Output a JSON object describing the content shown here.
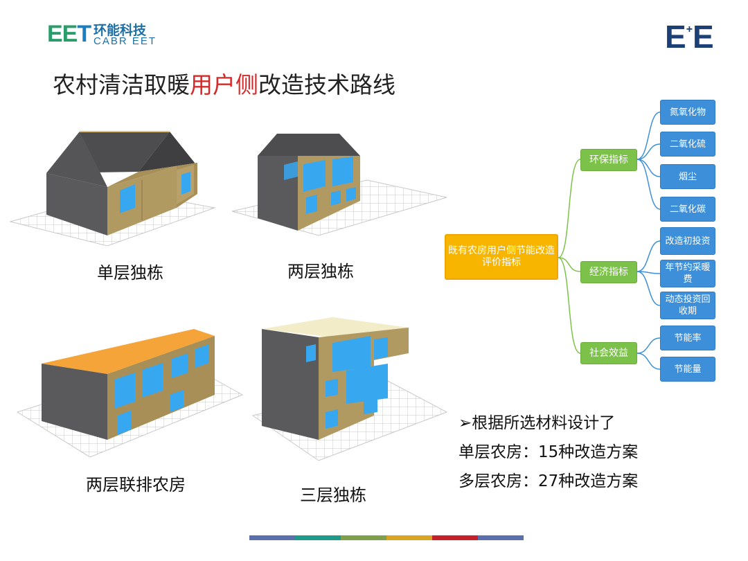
{
  "logo": {
    "mark": "EET",
    "name_cn": "环能科技",
    "name_en": "CABR EET",
    "right_mark": "E+E"
  },
  "title": {
    "prefix": "农村清洁取暖",
    "highlight": "用户侧",
    "suffix": "改造技术路线"
  },
  "houses": [
    {
      "caption": "单层独栋"
    },
    {
      "caption": "两层独栋"
    },
    {
      "caption": "两层联排农房"
    },
    {
      "caption": "三层独栋"
    }
  ],
  "tree": {
    "root": "既有农房用户侧节能改造评价指标",
    "groups": [
      {
        "label": "环保指标",
        "leaves": [
          "氮氧化物",
          "二氧化硫",
          "烟尘",
          "二氧化碳"
        ]
      },
      {
        "label": "经济指标",
        "leaves": [
          "改造初投资",
          "年节约采暖费",
          "动态投资回收期"
        ]
      },
      {
        "label": "社会效益",
        "leaves": [
          "节能率",
          "节能量"
        ]
      }
    ]
  },
  "notes": {
    "line1": "➢根据所选材料设计了",
    "line2": "单层农房：15种改造方案",
    "line3": "多层农房：27种改造方案"
  },
  "colors": {
    "accent_red": "#d62828",
    "root_node": "#f7b500",
    "mid_node": "#7cc24a",
    "leaf_node": "#3c8fd8",
    "footer_bar": [
      "#5b6fae",
      "#1f9a8a",
      "#7ea04a",
      "#d9a420",
      "#c8202a",
      "#5b6fae"
    ]
  }
}
